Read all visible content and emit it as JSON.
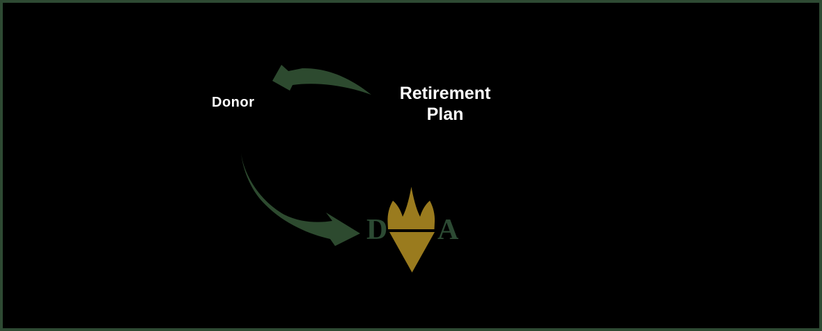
{
  "diagram": {
    "title_semantic": "retirement-plan-gift-flow",
    "donor_label": "Donor",
    "retirement_plan": {
      "line1": "Retirement",
      "line2": "Plan"
    },
    "logo": {
      "letter_left": "D",
      "letter_right": "A",
      "symbol": "crown-over-inverted-triangle"
    },
    "arrows": [
      {
        "name": "arrow-plan-to-donor",
        "from": "Retirement Plan",
        "to": "Donor"
      },
      {
        "name": "arrow-donor-to-organization",
        "from": "Donor",
        "to": "DA organization logo"
      }
    ],
    "colors": {
      "background": "#000000",
      "border_green": "#2e4a33",
      "arrow_green": "#2d4a2f",
      "logo_letter_green": "#2c4a33",
      "logo_gold": "#9a7b1e",
      "label_white": "#ffffff"
    }
  }
}
